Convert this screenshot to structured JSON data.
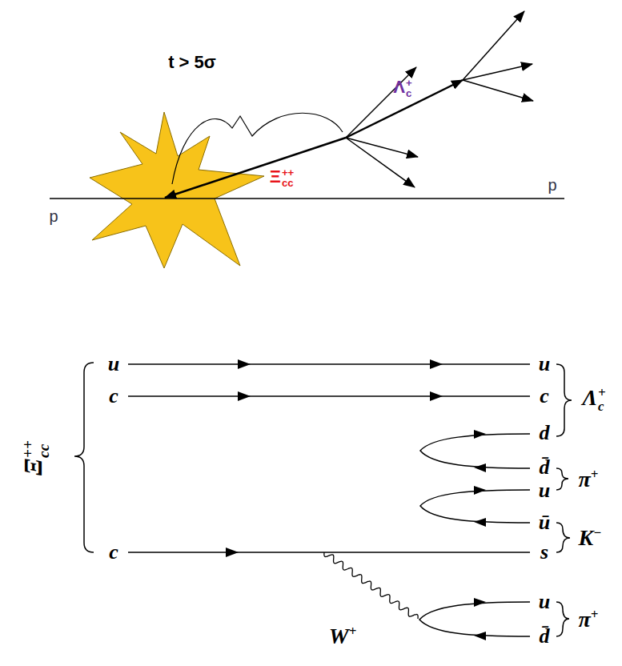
{
  "diagram": {
    "labels": [
      "t > 5σ",
      "Λc+",
      "Ξcc++",
      "p",
      "p",
      "u",
      "u",
      "c",
      "c",
      "Λc+",
      "Ξcc++",
      "d",
      "d̄",
      "π+",
      "u",
      "ū",
      "K−",
      "c",
      "s",
      "W+",
      "u",
      "d̄",
      "π+"
    ]
  }
}
